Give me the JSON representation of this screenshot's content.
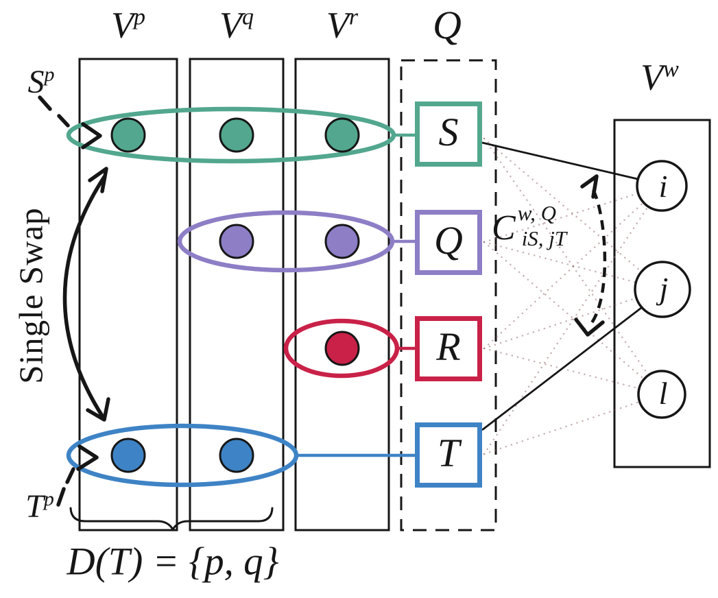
{
  "colors": {
    "teal": "#52a78e",
    "purple": "#8d7ec6",
    "crimson": "#c92148",
    "blue": "#3e83c5",
    "ink": "#161616",
    "dotted_edge": "#96716f"
  },
  "columns": [
    {
      "id": "p",
      "label_base": "V",
      "label_sup": "p"
    },
    {
      "id": "q",
      "label_base": "V",
      "label_sup": "q"
    },
    {
      "id": "r",
      "label_base": "V",
      "label_sup": "r"
    }
  ],
  "partition": {
    "header": "Q"
  },
  "groups": [
    {
      "label": "S",
      "color": "teal",
      "member_columns": [
        "p",
        "q",
        "r"
      ]
    },
    {
      "label": "Q",
      "color": "purple",
      "member_columns": [
        "q",
        "r"
      ]
    },
    {
      "label": "R",
      "color": "crimson",
      "member_columns": [
        "r"
      ]
    },
    {
      "label": "T",
      "color": "blue",
      "member_columns": [
        "p",
        "q"
      ]
    }
  ],
  "right_panel": {
    "label_base": "V",
    "label_sup": "w",
    "nodes": [
      {
        "label": "i"
      },
      {
        "label": "j"
      },
      {
        "label": "l"
      }
    ]
  },
  "annotations": {
    "sp_pointer": {
      "base": "S",
      "sup": "p"
    },
    "tp_pointer": {
      "base": "T",
      "sup": "p"
    },
    "single_swap": "Single Swap",
    "coupling": {
      "base": "C",
      "sup": "w, Q",
      "sub": "iS, jT"
    },
    "domain_equation": "D(T) = {p, q}"
  },
  "edges": {
    "solid": [
      {
        "from": "S",
        "to": "i"
      },
      {
        "from": "T",
        "to": "j"
      }
    ],
    "swap_between": [
      "S",
      "T"
    ],
    "coupling_between": [
      "i",
      "j"
    ]
  }
}
